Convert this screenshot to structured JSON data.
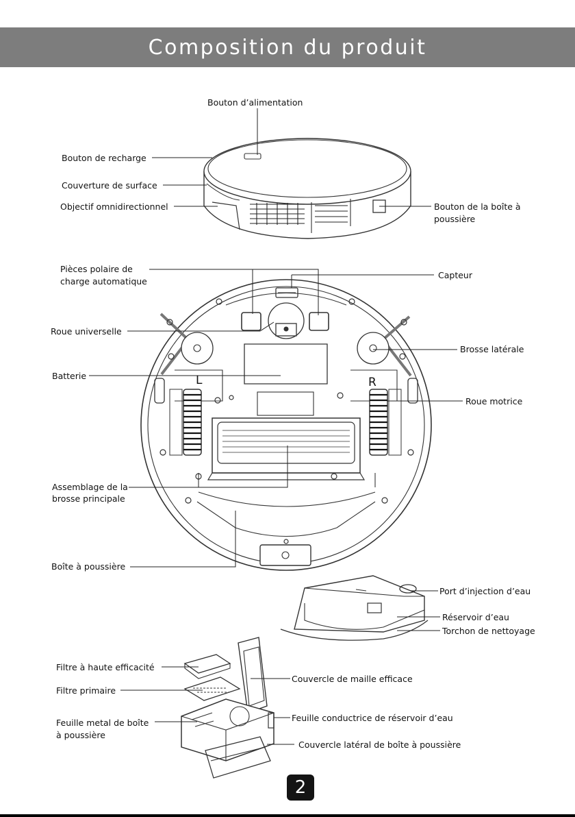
{
  "header": {
    "title": "Composition du produit"
  },
  "labels": {
    "power_button": "Bouton d’alimentation",
    "recharge_button": "Bouton de recharge",
    "surface_cover": "Couverture de surface",
    "omni_lens": "Objectif omnidirectionnel",
    "dustbox_button_1": "Bouton de la boîte à",
    "dustbox_button_2": "poussière",
    "charge_poles_1": "Pièces polaire de",
    "charge_poles_2": "charge automatique",
    "sensor": "Capteur",
    "universal_wheel": "Roue universelle",
    "side_brush": "Brosse latérale",
    "battery": "Batterie",
    "drive_wheel": "Roue motrice",
    "main_brush_1": "Assemblage de la",
    "main_brush_2": "brosse principale",
    "dust_box": "Boîte à poussière",
    "water_port": "Port d’injection d’eau",
    "water_tank": "Réservoir d’eau",
    "mop": "Torchon de nettoyage",
    "hepa_filter": "Filtre à haute efficacité",
    "primary_filter": "Filtre primaire",
    "mesh_cover": "Couvercle de maille efficace",
    "metal_sheet_1": "Feuille metal de boîte",
    "metal_sheet_2": "à poussière",
    "conductive_sheet": "Feuille conductrice de réservoir d’eau",
    "side_cover": "Couvercle latéral de boîte à poussière",
    "wheel_left_mark": "L",
    "wheel_right_mark": "R"
  },
  "page": {
    "number": "2"
  }
}
